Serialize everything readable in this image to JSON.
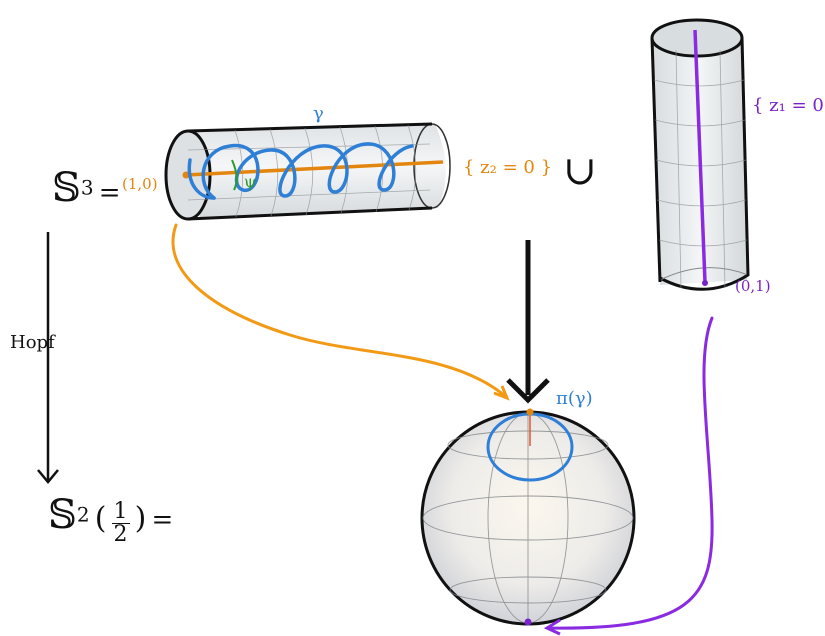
{
  "labels": {
    "s3_base": "𝕊",
    "s3_exp": "3",
    "s3_eq": "=",
    "s2_base": "𝕊",
    "s2_exp": "2",
    "s2_lparen": "(",
    "s2_num": "1",
    "s2_den": "2",
    "s2_rparen": ")",
    "s2_eq": "=",
    "hopf": "Hopf",
    "gamma": "γ",
    "psi": "ψ",
    "point_10": "(1,0)",
    "point_01": "(0,1)",
    "z2_eq_0": "{ z₂ = 0 }",
    "z1_eq_0": "{ z₁ = 0 }",
    "union": "∪",
    "pi_gamma": "π(γ)"
  },
  "colors": {
    "orange": "#e3860f",
    "blue": "#2f7fd6",
    "purple": "#7a22c9",
    "green": "#2f9a2f",
    "black": "#111111"
  }
}
